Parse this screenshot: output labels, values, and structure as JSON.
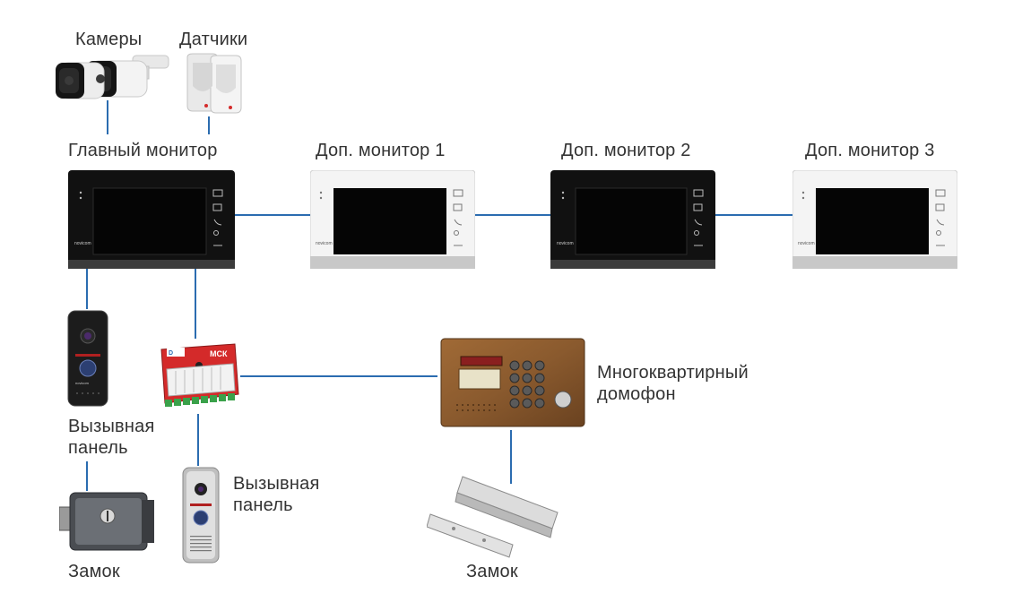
{
  "labels": {
    "cameras": "Камеры",
    "sensors": "Датчики",
    "main_monitor": "Главный монитор",
    "aux_monitor_1": "Доп. монитор 1",
    "aux_monitor_2": "Доп. монитор 2",
    "aux_monitor_3": "Доп. монитор 3",
    "call_panel_1": "Вызывная\nпанель",
    "call_panel_2": "Вызывная\nпанель",
    "apartment_intercom": "Многоквартирный\nдомофон",
    "lock_1": "Замок",
    "lock_2": "Замок"
  },
  "brand": {
    "monitor_logo": "novicom",
    "module_name": "МСК"
  },
  "colors": {
    "wire": "#2b6cb0",
    "monitor_black": "#111111",
    "monitor_white": "#f2f2f2",
    "screen": "#050505",
    "intercom_bronze": "#8a5a2e",
    "module_red": "#d42a2a",
    "terminal_green": "#3aa14a"
  },
  "icons": [
    "camera-icon",
    "sensor-icon",
    "call-panel-icon",
    "lock-icon",
    "magnetic-lock-icon",
    "interface-module-icon",
    "intercom-panel-icon"
  ]
}
